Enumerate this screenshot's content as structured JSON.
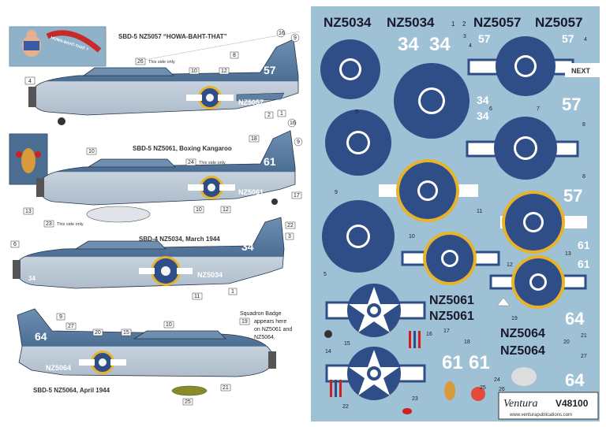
{
  "aircraft": [
    {
      "caption": "SBD-5 NZ5057 “HOWA-BAHT-THAT”",
      "serial": "NZ5057",
      "tail": "57",
      "nose_art": "HOWA-BAHT-THAT ?"
    },
    {
      "caption": "SBD-5 NZ5061, Boxing Kangaroo",
      "serial": "NZ5061",
      "tail": "61"
    },
    {
      "caption": "SBD-4 NZ5034, March 1944",
      "serial": "NZ5034",
      "tail": "34"
    },
    {
      "caption": "SBD-5 NZ5064, April 1944",
      "serial": "NZ5064",
      "tail": "64"
    }
  ],
  "notes": {
    "this_side_only": "This side only",
    "squadron_badge": [
      "Squadron Badge",
      "appears here",
      "on NZ5061 and",
      "NZ5064."
    ]
  },
  "callouts": {
    "p1": [
      "16",
      "9",
      "8",
      "26",
      "4",
      "10",
      "12",
      "2",
      "1"
    ],
    "p2": [
      "16",
      "18",
      "9",
      "10",
      "24",
      "13",
      "23",
      "10",
      "12",
      "17"
    ],
    "p3": [
      "22",
      "3",
      "6",
      "11",
      "1"
    ],
    "p4": [
      "9",
      "27",
      "20",
      "15",
      "10",
      "19",
      "21",
      "25"
    ]
  },
  "decals": {
    "serials": {
      "nz5034": "NZ5034",
      "nz5057": "NZ5057",
      "nz5061": "NZ5061",
      "nz5064": "NZ5064"
    },
    "numbers": {
      "n34": "34",
      "n57": "57",
      "n61": "61",
      "n64": "64"
    },
    "next_label": "NEXT",
    "decal_ids": [
      "1",
      "2",
      "3",
      "4",
      "5",
      "6",
      "7",
      "8",
      "9",
      "10",
      "11",
      "12",
      "13",
      "14",
      "15",
      "16",
      "17",
      "18",
      "19",
      "20",
      "21",
      "22",
      "23",
      "24",
      "25",
      "26",
      "27"
    ]
  },
  "brand": {
    "name": "Ventura",
    "code": "V48100",
    "url": "www.venturapublications.com"
  },
  "colors": {
    "sheet_bg": "#9ec1d6",
    "roundel_blue": "#2f4d86",
    "yellow_ring": "#e7b32a",
    "aircraft_upper": "#4d6e93",
    "aircraft_lower": "#b9c6d2",
    "decal_text": "#1a1a2e"
  }
}
